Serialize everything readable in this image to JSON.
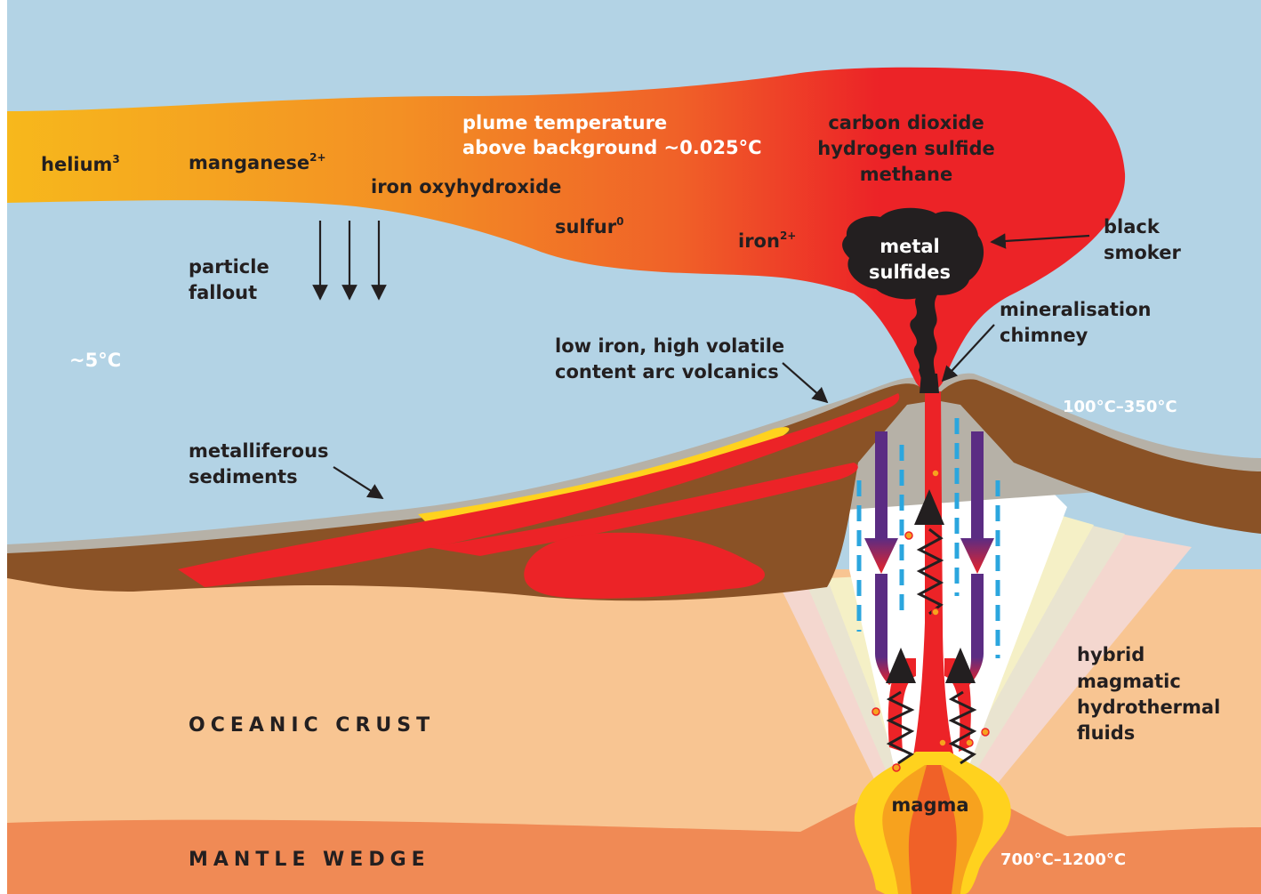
{
  "labels": {
    "helium": "helium",
    "helium_sup": "3",
    "manganese": "manganese",
    "manganese_sup": "2+",
    "plume_temp_line1": "plume temperature",
    "plume_temp_line2": "above background ~0.025°C",
    "iron_oxyhydroxide": "iron oxyhydroxide",
    "sulfur": "sulfur",
    "sulfur_sup": "0",
    "iron": "iron",
    "iron_sup": "2+",
    "gases_line1": "carbon dioxide",
    "gases_line2": "hydrogen sulfide",
    "gases_line3": "methane",
    "black_smoker_line1": "black",
    "black_smoker_line2": "smoker",
    "metal_sulfides_line1": "metal",
    "metal_sulfides_line2": "sulfides",
    "particle_fallout_line1": "particle",
    "particle_fallout_line2": "fallout",
    "mineralisation_line1": "mineralisation",
    "mineralisation_line2": "chimney",
    "arc_volcanics_line1": "low iron, high volatile",
    "arc_volcanics_line2": "content arc volcanics",
    "ambient_temp": "~5°C",
    "vent_temp": "100°C–350°C",
    "metalliferous_line1": "metalliferous",
    "metalliferous_line2": "sediments",
    "oceanic_crust": "OCEANIC CRUST",
    "hybrid_line1": "hybrid",
    "hybrid_line2": "magmatic",
    "hybrid_line3": "hydrothermal",
    "hybrid_line4": "fluids",
    "magma": "magma",
    "mantle_wedge": "MANTLE WEDGE",
    "mantle_temp": "700°C–1200°C"
  },
  "colors": {
    "sea": "#b3d3e5",
    "plume_start": "#f7b81c",
    "plume_mid": "#f0742a",
    "plume_end": "#ec2327",
    "crust": "#f8c592",
    "mantle": "#f08a55",
    "seabed": "#8a5226",
    "sediment_grey": "#b6b1a7",
    "yellow_sediment": "#ffd21e",
    "lava": "#ec2327",
    "smoke": "#231f20",
    "downflow": "#5b2c83",
    "dashed_flow": "#2ba6de"
  }
}
